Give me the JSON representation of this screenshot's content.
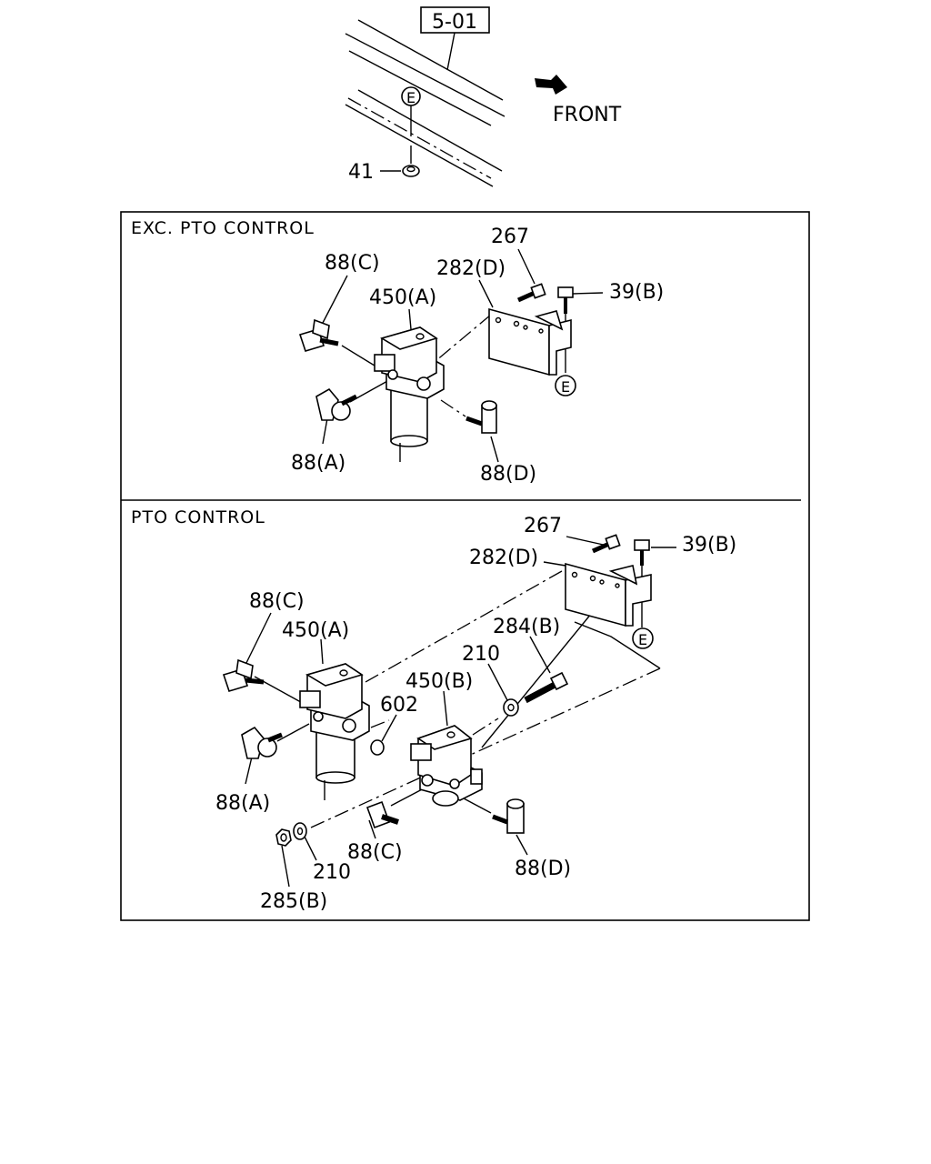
{
  "header": {
    "ref_box": "5-01",
    "front_label": "FRONT",
    "circle_e": "E",
    "nut_label": "41"
  },
  "exc_panel": {
    "title": "EXC. PTO CONTROL",
    "labels": {
      "p267": "267",
      "p282d": "282(D)",
      "p39b": "39(B)",
      "p88c": "88(C)",
      "p450a": "450(A)",
      "p88a": "88(A)",
      "p88d": "88(D)",
      "circle_e": "E"
    }
  },
  "pto_panel": {
    "title": "PTO CONTROL",
    "labels": {
      "p267": "267",
      "p282d": "282(D)",
      "p39b": "39(B)",
      "p88c_top": "88(C)",
      "p450a": "450(A)",
      "p284b": "284(B)",
      "p210_top": "210",
      "p450b": "450(B)",
      "p602": "602",
      "p88a": "88(A)",
      "p88c_bottom": "88(C)",
      "p88d": "88(D)",
      "p210_bottom": "210",
      "p285b": "285(B)",
      "circle_e": "E"
    }
  }
}
